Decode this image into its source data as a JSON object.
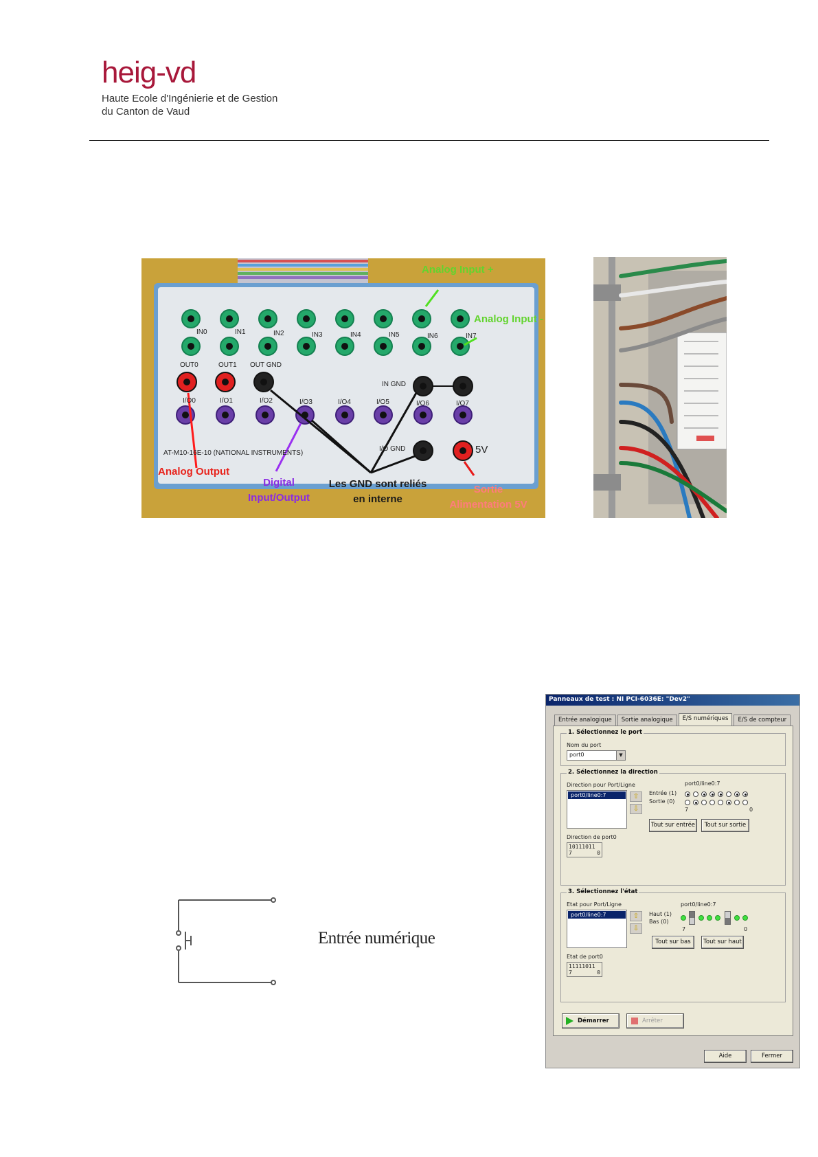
{
  "header": {
    "logo_text": "heig-vd",
    "school_line1": "Haute Ecole d'Ingénierie et de Gestion",
    "school_line2": "du Canton de Vaud"
  },
  "board_photo": {
    "annotations": {
      "analog_input_plus": "Analog Input +",
      "analog_input_minus": "Analog Input -",
      "analog_output": "Analog Output",
      "digital_io_line1": "Digital",
      "digital_io_line2": "Input/Output",
      "gnd_line1": "Les GND sont reliés",
      "gnd_line2": "en interne",
      "supply_line1": "Sortie",
      "supply_line2": "Alimentation 5V"
    },
    "labels": {
      "inputs": [
        "IN0",
        "IN1",
        "IN2",
        "IN3",
        "IN4",
        "IN5",
        "IN6",
        "IN7"
      ],
      "outputs": [
        "OUT0",
        "OUT1",
        "OUT GND"
      ],
      "in_gnd": "IN GND",
      "io": [
        "I/O0",
        "I/O1",
        "I/O2",
        "I/O3",
        "I/O4",
        "I/O5",
        "I/O6",
        "I/O7"
      ],
      "io_gnd": "I/O GND",
      "v5": "5V",
      "model": "AT-M10-16E-10 (NATIONAL INSTRUMENTS)"
    }
  },
  "circuit": {
    "label": "Entrée numérique"
  },
  "test_panel": {
    "title": "Panneaux de test : NI PCI-6036E: \"Dev2\"",
    "tabs": [
      "Entrée analogique",
      "Sortie analogique",
      "E/S numériques",
      "E/S de compteur"
    ],
    "active_tab": "E/S numériques",
    "section1": {
      "title": "1. Sélectionnez le port",
      "port_label": "Nom du port",
      "port_value": "port0"
    },
    "section2": {
      "title": "2. Sélectionnez la direction",
      "list_label": "Direction pour Port/Ligne",
      "list_item": "port0/line0:7",
      "lines_label": "port0/line0:7",
      "input_label": "Entrée (1)",
      "output_label": "Sortie (0)",
      "bit_high": "7",
      "bit_low": "0",
      "input_radios": [
        1,
        0,
        1,
        1,
        1,
        0,
        1,
        1
      ],
      "output_radios": [
        0,
        1,
        0,
        0,
        0,
        1,
        0,
        0
      ],
      "all_input_button": "Tout sur entrée",
      "all_output_button": "Tout sur sortie",
      "direction_label": "Direction de port0",
      "direction_value": "10111011",
      "direction_bit_high": "7",
      "direction_bit_low": "0"
    },
    "section3": {
      "title": "3. Sélectionnez l'état",
      "list_label": "Etat pour Port/Ligne",
      "list_item": "port0/line0:7",
      "lines_label": "port0/line0:7",
      "high_label": "Haut (1)",
      "low_label": "Bas (0)",
      "bit_high": "7",
      "bit_low": "0",
      "all_low_button": "Tout sur bas",
      "all_high_button": "Tout sur haut",
      "state_label": "Etat de port0",
      "state_value": "11111011",
      "state_bit_high": "7",
      "state_bit_low": "0"
    },
    "start_button": "Démarrer",
    "stop_button": "Arrêter",
    "help_button": "Aide",
    "close_button": "Fermer",
    "colors": {
      "title_bar": "#0a246a",
      "led_on": "#3fe03f",
      "start_icon": "#22b022",
      "stop_icon": "#e07070"
    }
  }
}
